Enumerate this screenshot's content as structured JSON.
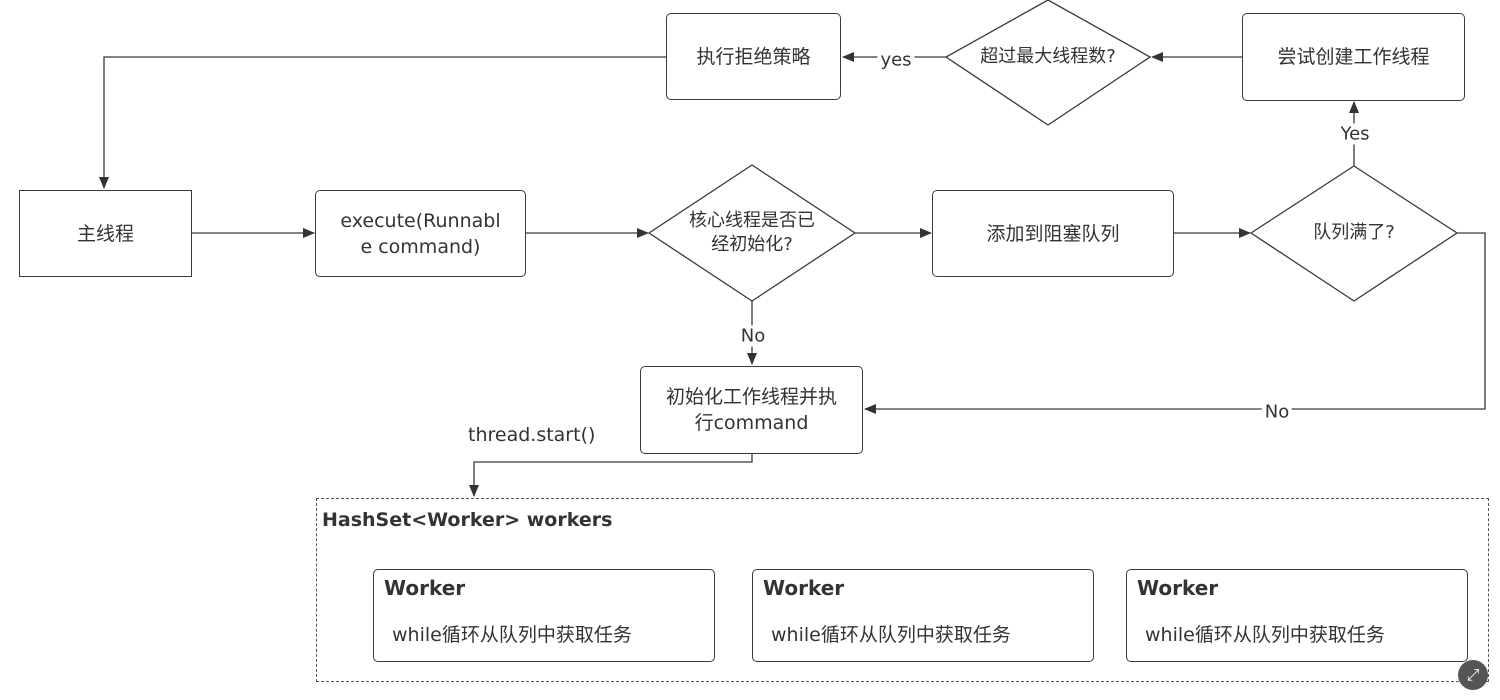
{
  "nodes": {
    "main_thread": "主线程",
    "execute": "execute(Runnable command)",
    "core_check": "核心线程是否已经初始化?",
    "add_queue": "添加到阻塞队列",
    "queue_full": "队列满了?",
    "try_create": "尝试创建工作线程",
    "over_max": "超过最大线程数?",
    "reject": "执行拒绝策略",
    "init_worker": "初始化工作线程并执行command"
  },
  "edge_labels": {
    "yes_reject": "yes",
    "yes_create": "Yes",
    "no_core": "No",
    "no_queue": "No",
    "thread_start": "thread.start()"
  },
  "container": {
    "title": "HashSet<Worker> workers",
    "workers": [
      {
        "title": "Worker",
        "text": "while循环从队列中获取任务"
      },
      {
        "title": "Worker",
        "text": "while循环从队列中获取任务"
      },
      {
        "title": "Worker",
        "text": "while循环从队列中获取任务"
      }
    ]
  },
  "icons": {
    "corner": "expand-icon"
  },
  "colors": {
    "stroke": "#3a3a3a",
    "text": "#333333",
    "background": "#ffffff"
  }
}
